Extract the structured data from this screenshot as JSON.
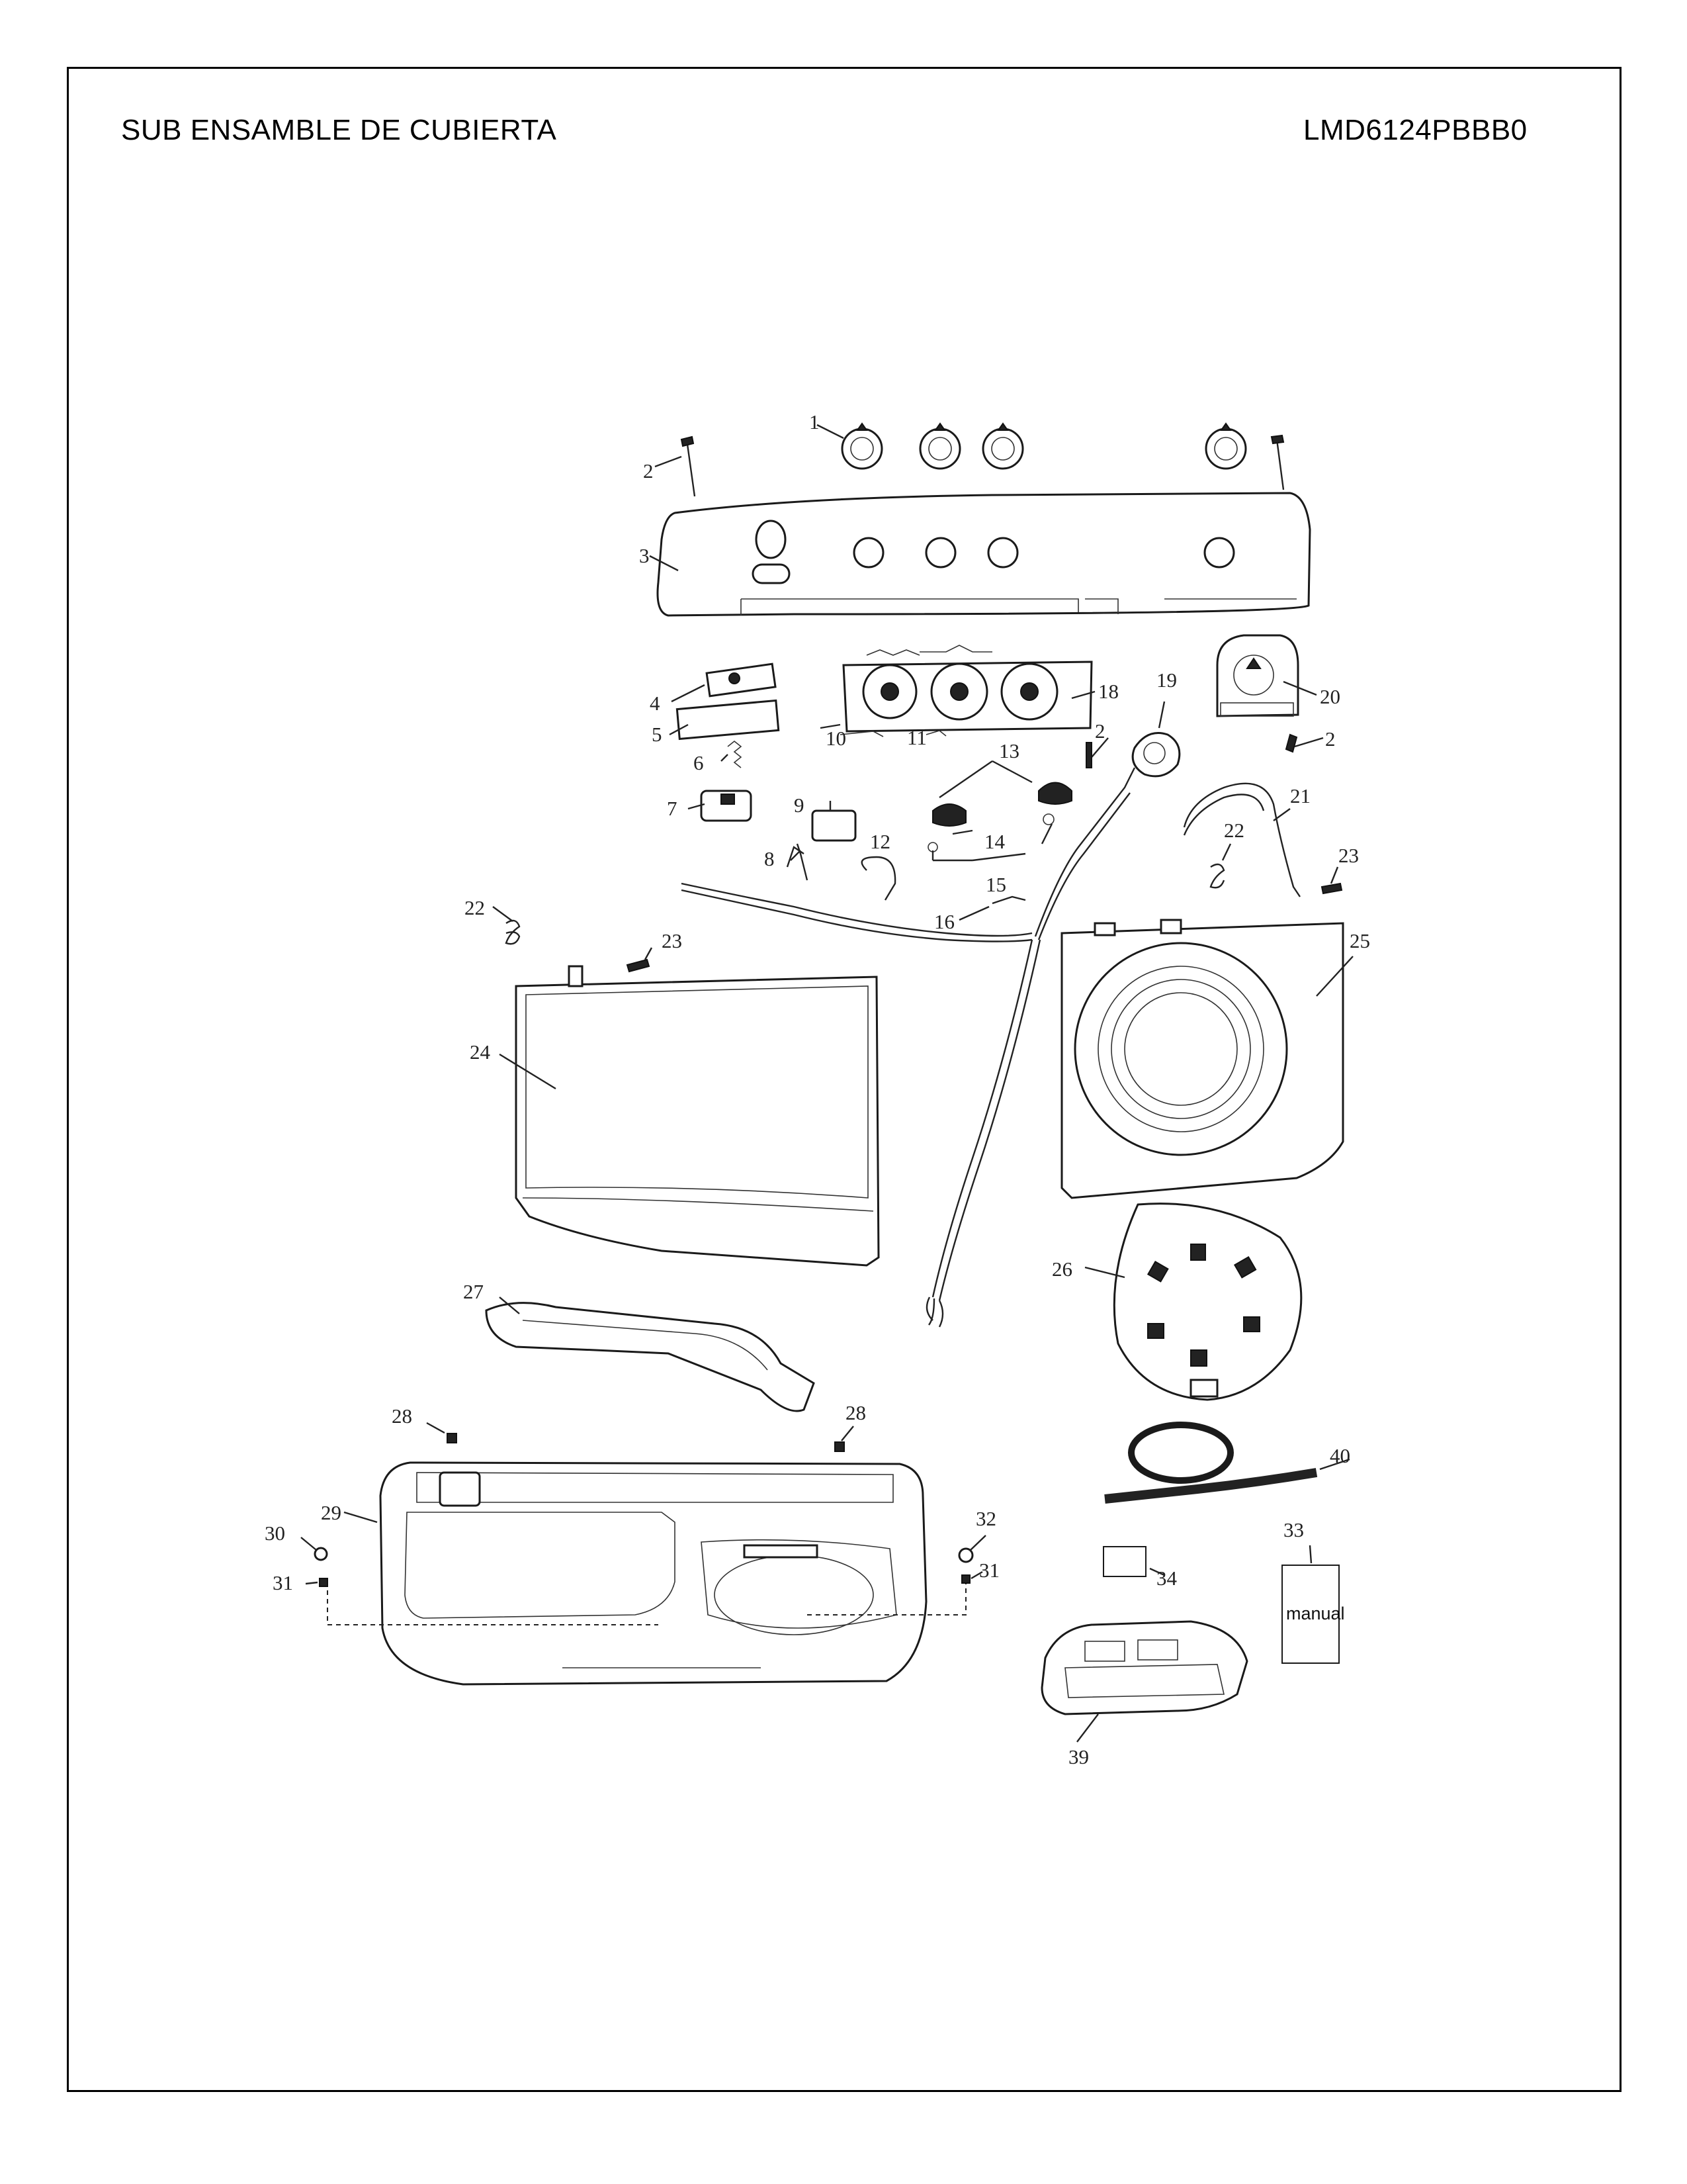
{
  "header": {
    "title": "SUB ENSAMBLE DE CUBIERTA",
    "model": "LMD6124PBBB0"
  },
  "callouts": {
    "c1": "1",
    "c2a": "2",
    "c2b": "2",
    "c2c": "2",
    "c3": "3",
    "c4": "4",
    "c5": "5",
    "c6": "6",
    "c7": "7",
    "c8": "8",
    "c9": "9",
    "c10": "10",
    "c11": "11",
    "c12": "12",
    "c13": "13",
    "c14": "14",
    "c15": "15",
    "c16": "16",
    "c18": "18",
    "c19": "19",
    "c20": "20",
    "c21": "21",
    "c22a": "22",
    "c22b": "22",
    "c23a": "23",
    "c23b": "23",
    "c24": "24",
    "c25": "25",
    "c26": "26",
    "c27": "27",
    "c28a": "28",
    "c28b": "28",
    "c29": "29",
    "c30": "30",
    "c31a": "31",
    "c31b": "31",
    "c32": "32",
    "c33": "33",
    "c34": "34",
    "c39": "39",
    "c40": "40"
  },
  "manual_card": {
    "text": "manual"
  }
}
